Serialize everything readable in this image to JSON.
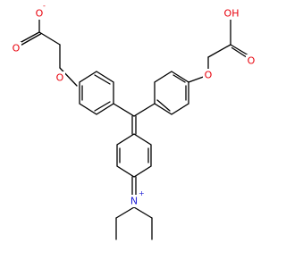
{
  "molecule": {
    "atoms": {
      "o_carboxylate_double": "O",
      "o_carboxylate_single": "O",
      "o_carboxylate_charge": "-",
      "o_ether_left": "O",
      "o_ether_right": "O",
      "oh_acid": "OH",
      "o_acid_double": "O",
      "n_iminium": "N",
      "n_iminium_charge": "+"
    },
    "colors": {
      "oxygen": "#e8000b",
      "nitrogen": "#1f1fd6",
      "bond": "#000000"
    }
  }
}
